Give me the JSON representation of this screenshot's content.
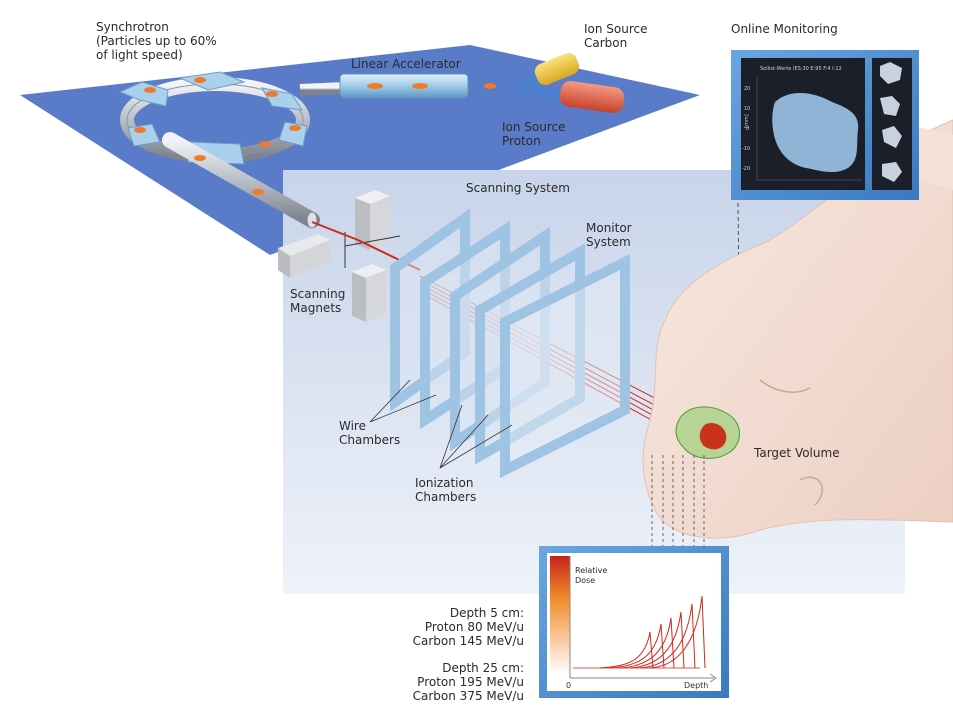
{
  "labels": {
    "synchrotron": "Synchrotron\n(Particles up to 60%\nof light speed)",
    "linear_accelerator": "Linear Accelerator",
    "ion_source_carbon": "Ion Source\nCarbon",
    "ion_source_proton": "Ion Source\nProton",
    "online_monitoring": "Online Monitoring",
    "scanning_system": "Scanning System",
    "monitor_system": "Monitor\nSystem",
    "scanning_magnets": "Scanning\nMagnets",
    "wire_chambers": "Wire\nChambers",
    "ionization_chambers": "Ionization\nChambers",
    "target_volume": "Target Volume",
    "depth5": "Depth 5 cm:\nProton 80 MeV/u\nCarbon 145 MeV/u",
    "depth25": "Depth 25 cm:\nProton 195 MeV/u\nCarbon 375 MeV/u"
  },
  "monitor_screen": {
    "header": "Sollist-Werte     IES:30   E:95    F:4   I:12",
    "unit": "[mm]",
    "ticks": [
      "20",
      "10",
      "0",
      "-10",
      "-20"
    ]
  },
  "dose_chart": {
    "ylabel": "Relative\nDose",
    "xlabel": "Depth",
    "origin": "0"
  },
  "colors": {
    "platform": "#5c7ec9",
    "scanning_panel": "#cdd8ec",
    "beam": "#d0281c",
    "chamber_frame": "#9fc3e2",
    "monitor_frame": "#4b8fd3",
    "skin": "#f3ddd2"
  }
}
